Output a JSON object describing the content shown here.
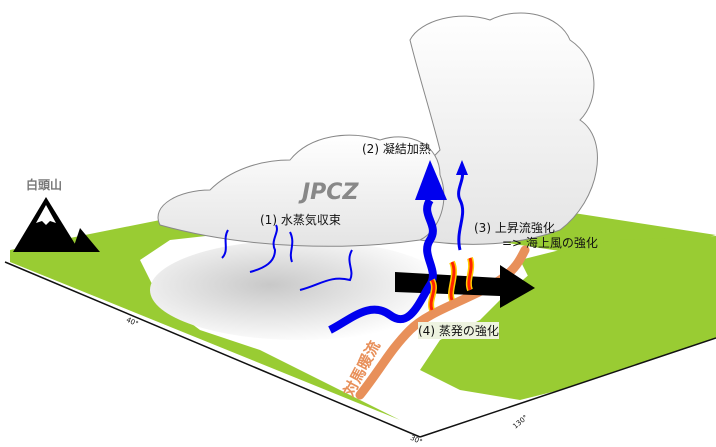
{
  "title_mountain": "白頭山",
  "jpcz": "JPCZ",
  "labels": {
    "l1": "(1) 水蒸気収束",
    "l2": "(2) 凝結加熱",
    "l3a": "(3) 上昇流強化",
    "l3b": "=> 海上風の強化",
    "l4": "(4) 蒸発の強化",
    "current": "対馬暖流"
  },
  "axis": {
    "lat40": "40°",
    "lat30": "30°",
    "lon130": "130°"
  },
  "colors": {
    "land": "#99cc33",
    "moisture": "#0000ee",
    "current": "#e8905a",
    "heat": "#ff2200"
  }
}
